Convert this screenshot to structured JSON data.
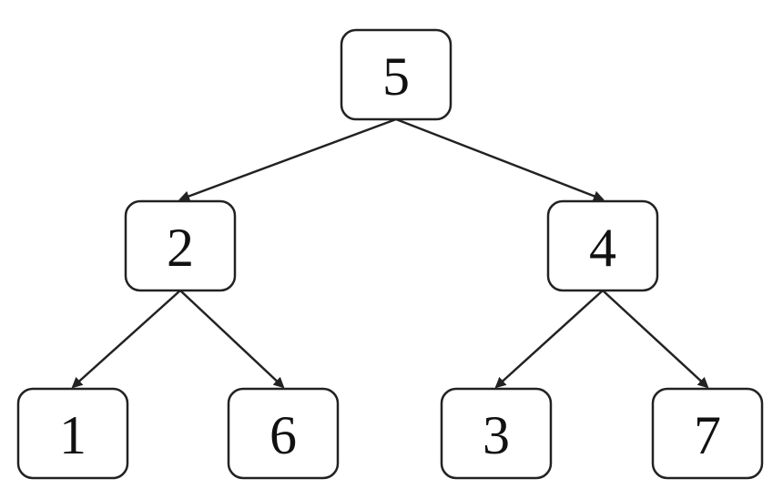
{
  "tree": {
    "nodes": [
      {
        "id": "n5",
        "label": "5"
      },
      {
        "id": "n2",
        "label": "2"
      },
      {
        "id": "n4",
        "label": "4"
      },
      {
        "id": "n1",
        "label": "1"
      },
      {
        "id": "n6",
        "label": "6"
      },
      {
        "id": "n3",
        "label": "3"
      },
      {
        "id": "n7",
        "label": "7"
      }
    ],
    "edges": [
      {
        "from": "n5",
        "to": "n2"
      },
      {
        "from": "n5",
        "to": "n4"
      },
      {
        "from": "n2",
        "to": "n1"
      },
      {
        "from": "n2",
        "to": "n6"
      },
      {
        "from": "n4",
        "to": "n3"
      },
      {
        "from": "n4",
        "to": "n7"
      }
    ]
  }
}
